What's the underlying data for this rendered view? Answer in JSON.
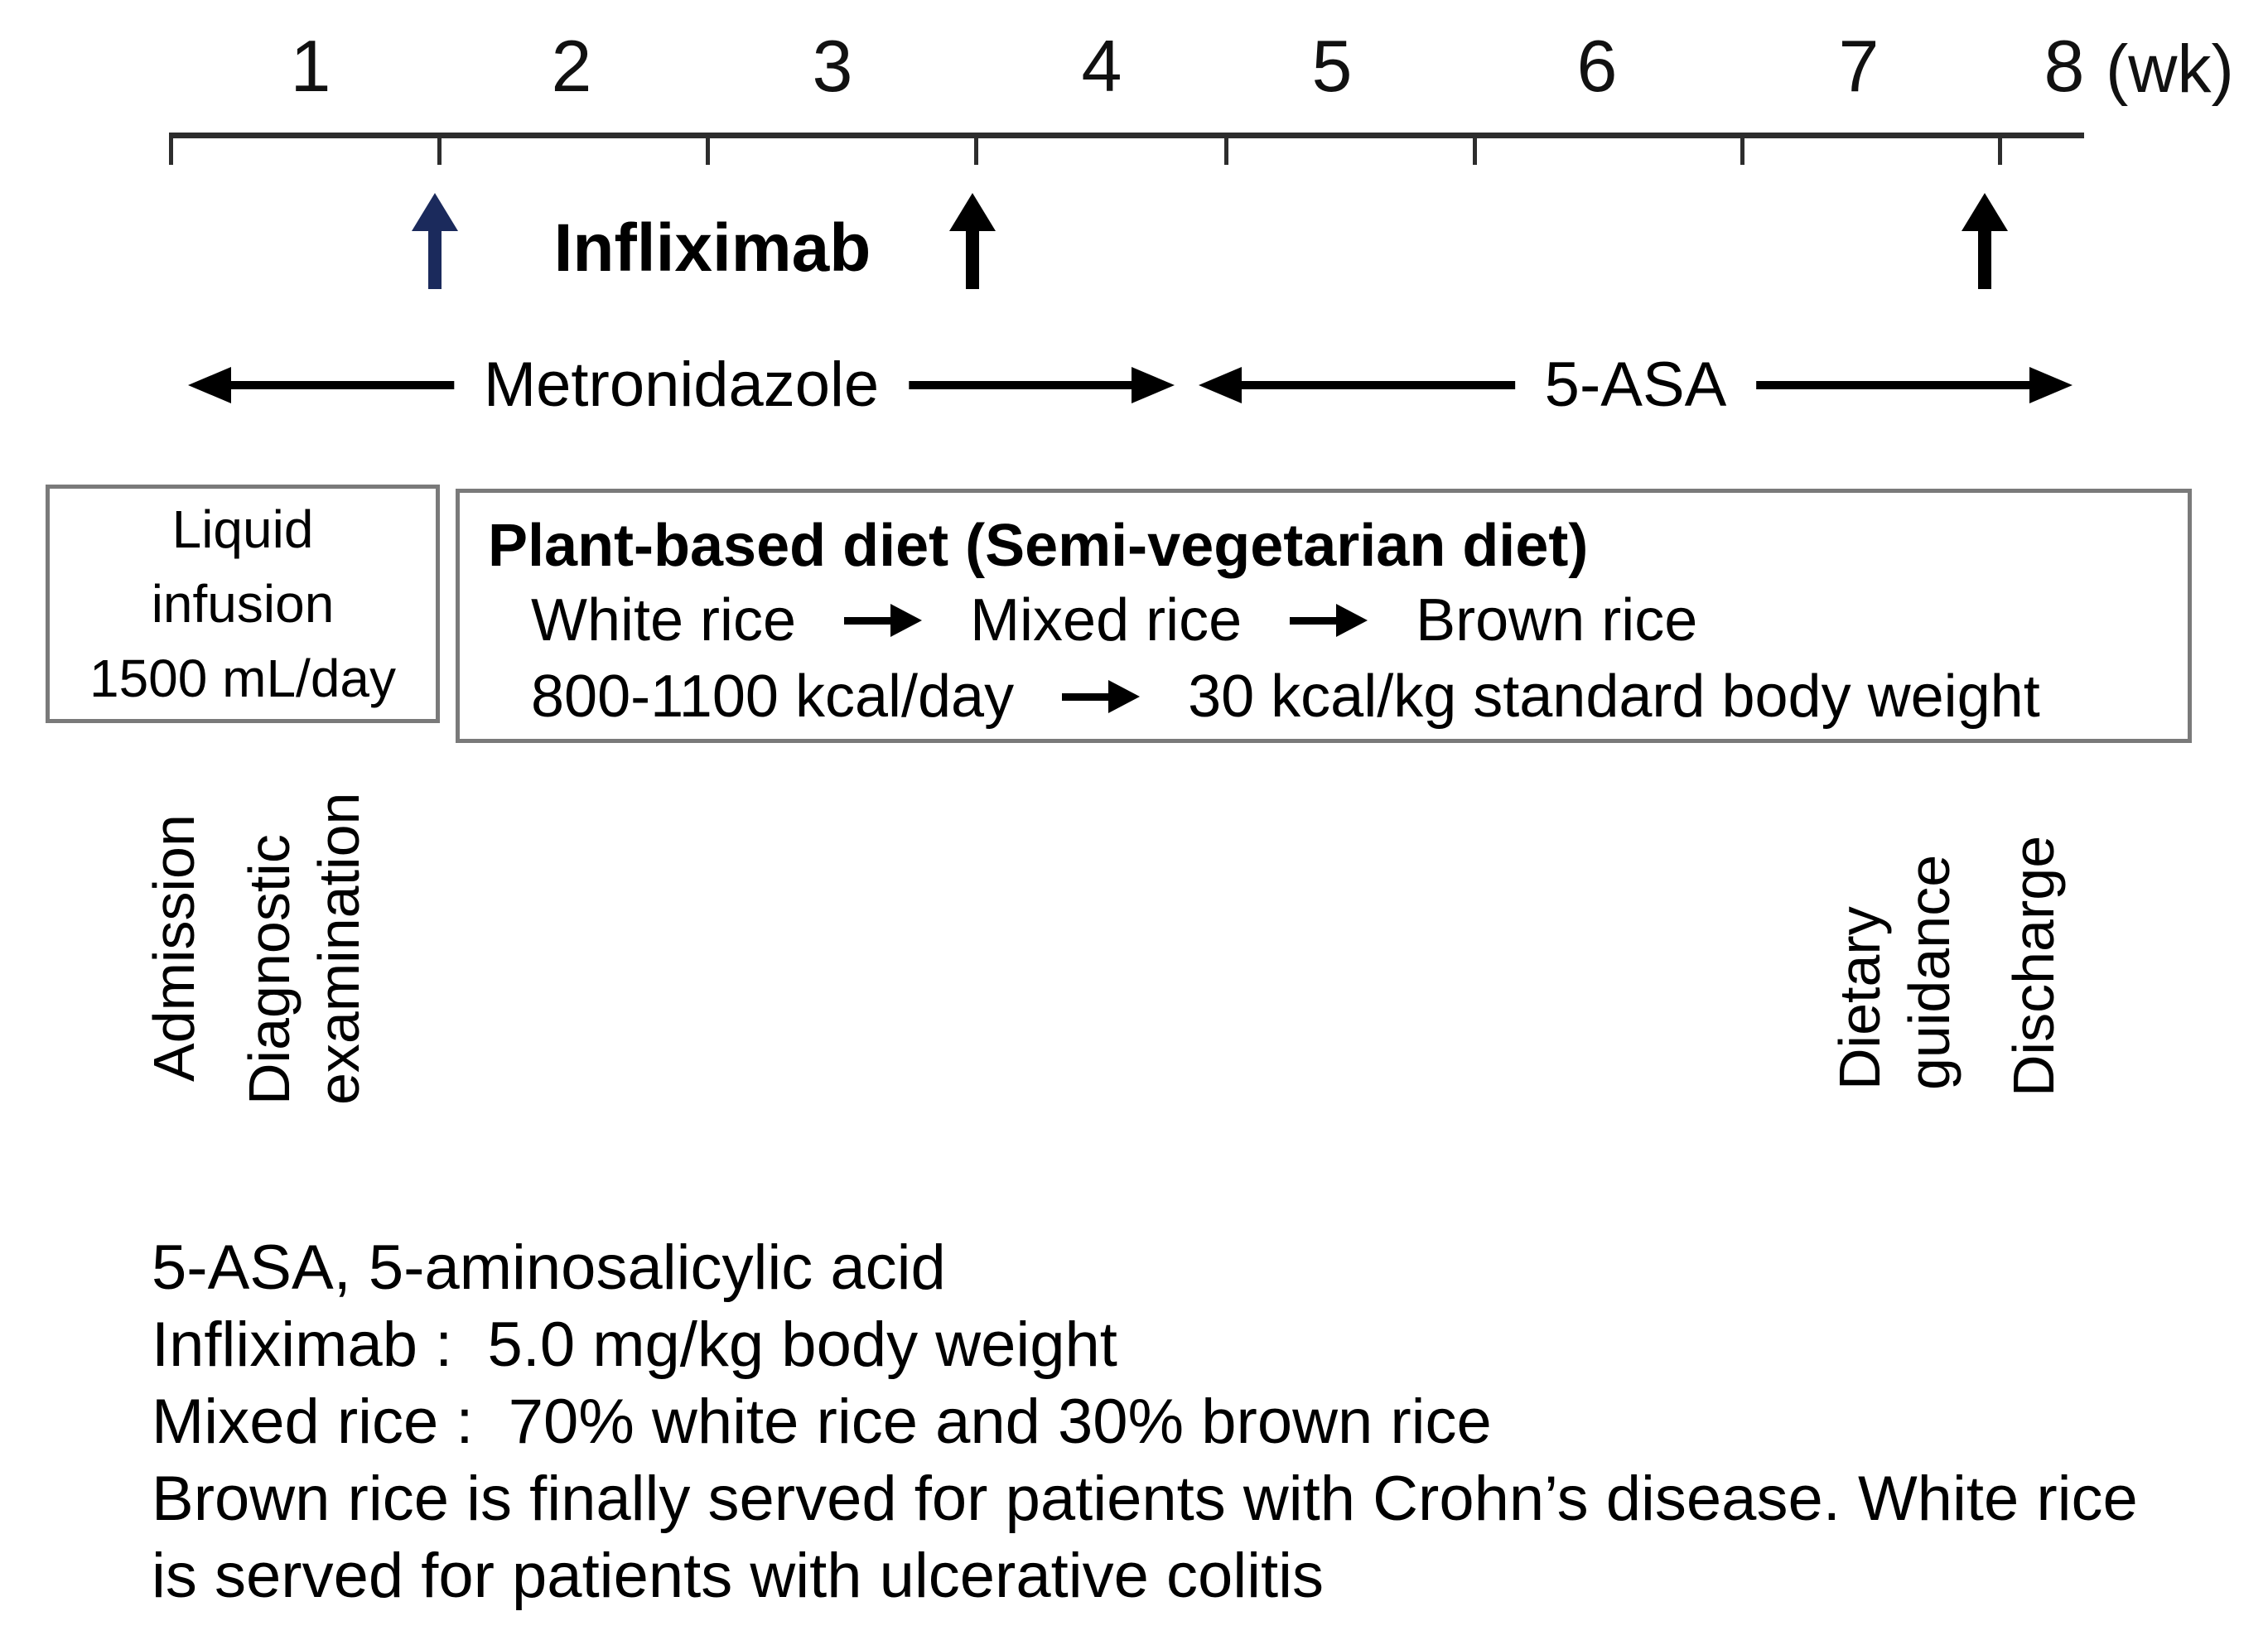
{
  "colors": {
    "infliximab_first_dose_arrow": "#1b2a5c",
    "arrow_black": "#000000",
    "box_border": "#7a7a7a"
  },
  "timeline": {
    "weeks": [
      "1",
      "2",
      "3",
      "4",
      "5",
      "6",
      "7",
      "8"
    ],
    "unit_label": "(wk)"
  },
  "medications": {
    "infliximab_label": "Infliximab",
    "metronidazole_label": "Metronidazole",
    "asa_label": "5-ASA"
  },
  "liquid_infusion_box": {
    "lines": [
      "Liquid",
      "infusion",
      "1500 mL/day"
    ]
  },
  "diet_box": {
    "title": "Plant-based diet (Semi-vegetarian diet)",
    "rice_steps": [
      "White rice",
      "Mixed rice",
      "Brown rice"
    ],
    "calorie_from": "800-1100 kcal/day",
    "calorie_to": "30 kcal/kg standard body weight"
  },
  "events": {
    "admission": "Admission",
    "diagnostic_examination": "Diagnostic\nexamination",
    "dietary_guidance": "Dietary\nguidance",
    "discharge": "Discharge"
  },
  "footnotes": [
    "5-ASA, 5-aminosalicylic acid",
    "Infliximab :  5.0 mg/kg body weight",
    "Mixed rice :  70% white rice and 30% brown rice",
    "Brown rice is finally served for patients with Crohn’s disease. White rice",
    "is served for patients with ulcerative colitis"
  ]
}
